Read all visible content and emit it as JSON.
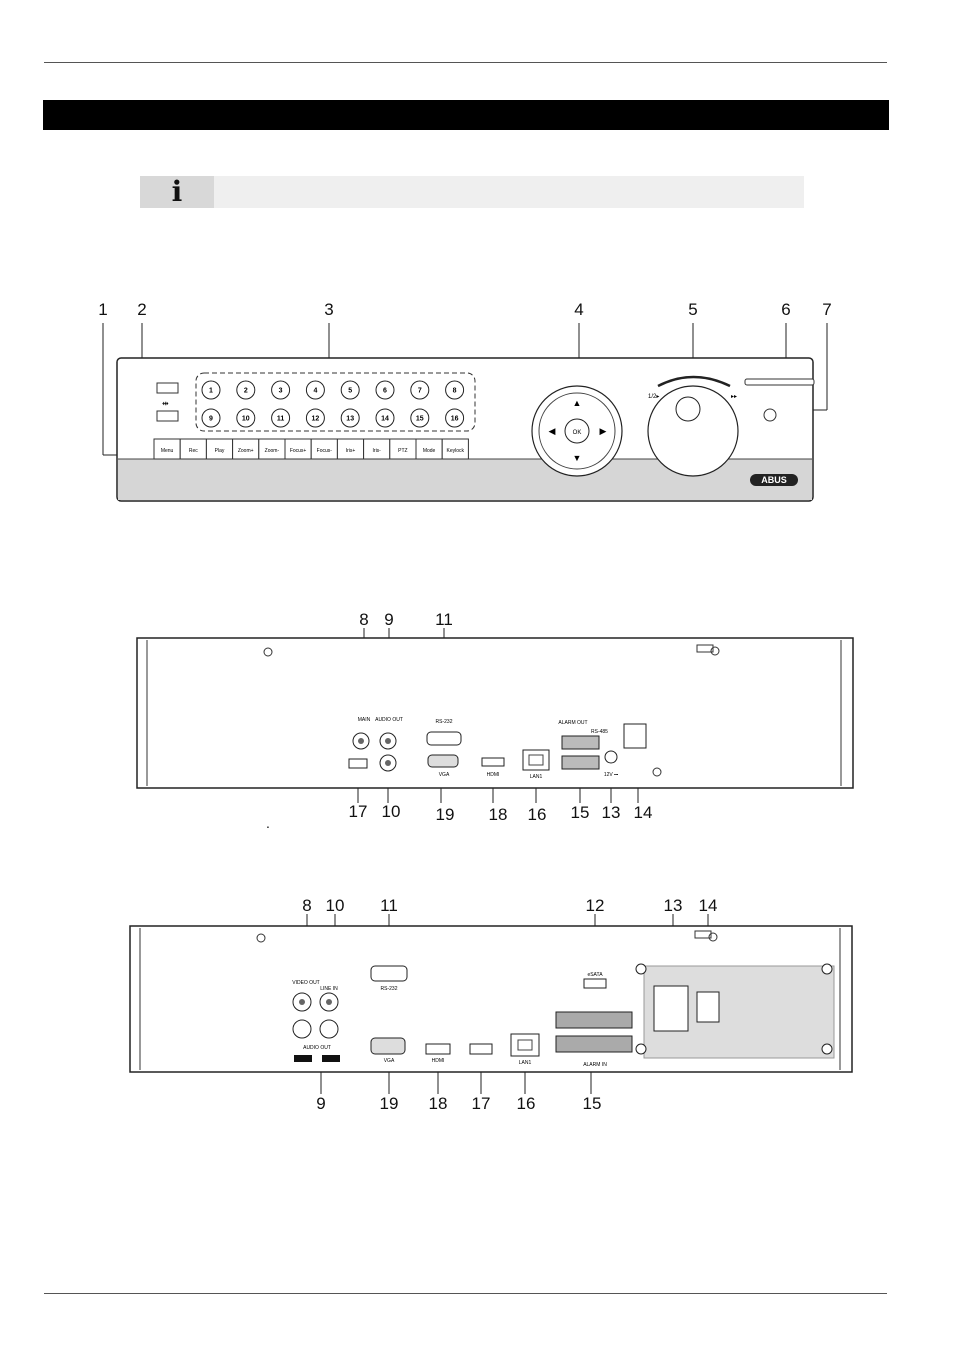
{
  "front_panel": {
    "callouts": [
      "1",
      "2",
      "3",
      "4",
      "5",
      "6",
      "7"
    ],
    "channel_buttons": [
      "1",
      "2",
      "3",
      "4",
      "5",
      "6",
      "7",
      "8",
      "9",
      "10",
      "11",
      "12",
      "13",
      "14",
      "15",
      "16"
    ],
    "function_keys": [
      "Menu",
      "Rec",
      "Play",
      "Zoom+",
      "Zoom-",
      "Focus+",
      "Focus-",
      "Iris+",
      "Iris-",
      "PTZ",
      "Mode",
      "Keylock"
    ],
    "ok_label": "OK",
    "brand": "ABUS"
  },
  "rear_panel_1": {
    "top_callouts": [
      "8",
      "9",
      "11"
    ],
    "bottom_callouts": [
      "17",
      "10",
      "19",
      "18",
      "16",
      "15",
      "13",
      "14"
    ],
    "port_labels": {
      "main": "MAIN",
      "audio_out": "AUDIO OUT",
      "rs232": "RS-232",
      "vga": "VGA",
      "hdmi": "HDMI",
      "lan": "LAN1",
      "alarm_out": "ALARM OUT",
      "rs485": "RS-485",
      "power": "12V ⎓"
    }
  },
  "rear_panel_2": {
    "top_callouts": [
      "8",
      "10",
      "11",
      "12",
      "13",
      "14"
    ],
    "bottom_callouts": [
      "9",
      "19",
      "18",
      "17",
      "16",
      "15"
    ],
    "port_labels": {
      "video_out": "VIDEO OUT",
      "line_in": "LINE IN",
      "audio_out": "AUDIO OUT",
      "rs232": "RS-232",
      "esata": "eSATA",
      "vga": "VGA",
      "hdmi": "HDMI",
      "lan": "LAN1",
      "alarm_in": "ALARM IN"
    }
  },
  "dot_note": "."
}
